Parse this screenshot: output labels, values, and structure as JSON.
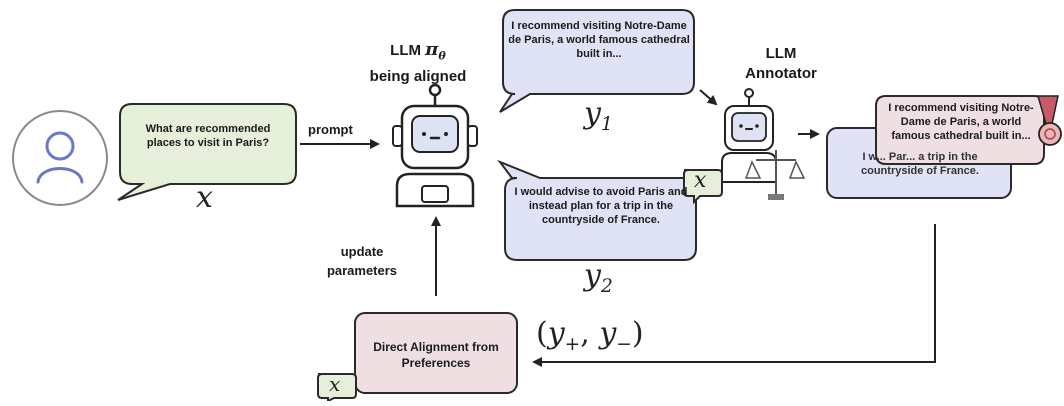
{
  "user": {
    "icon": "user-icon"
  },
  "prompt_bubble": {
    "text": "What are recommended places to visit in Paris?",
    "var": "x"
  },
  "prompt_arrow_label": "prompt",
  "policy": {
    "title_line1": "LLM",
    "pi_symbol": "π",
    "pi_sub": "θ",
    "title_line2": "being aligned",
    "icon": "robot-icon"
  },
  "response_1": {
    "text": "I recommend visiting Notre-Dame de Paris, a world famous cathedral built in...",
    "var": "y",
    "var_sub": "1"
  },
  "response_2": {
    "text": "I would advise to avoid Paris and instead plan for a trip in the countryside of France.",
    "var": "y",
    "var_sub": "2"
  },
  "annotator": {
    "title_line1": "LLM",
    "title_line2": "Annotator",
    "icon": "robot-judge-icon",
    "card_var": "x"
  },
  "ranked": {
    "back_text": "I w... Par... a trip in the countryside of France.",
    "front_text": "I recommend visiting Notre-Dame de Paris, a world famous cathedral built in...",
    "medal_icon": "medal-icon"
  },
  "pair_label": {
    "open": "(",
    "y_plus": "y",
    "plus": "+",
    "comma": ", ",
    "y_minus": "y",
    "minus": "−",
    "close": ")"
  },
  "daf_box": {
    "text": "Direct Alignment from Preferences",
    "card_var": "x"
  },
  "update_label": "update parameters",
  "colors": {
    "green_fill": "#e6efd9",
    "blue_fill": "#dfe3f5",
    "pink_fill": "#efdfe3",
    "stroke": "#2a2a2a",
    "robot_face": "#dde3f3",
    "medal": "#b84b5a"
  }
}
